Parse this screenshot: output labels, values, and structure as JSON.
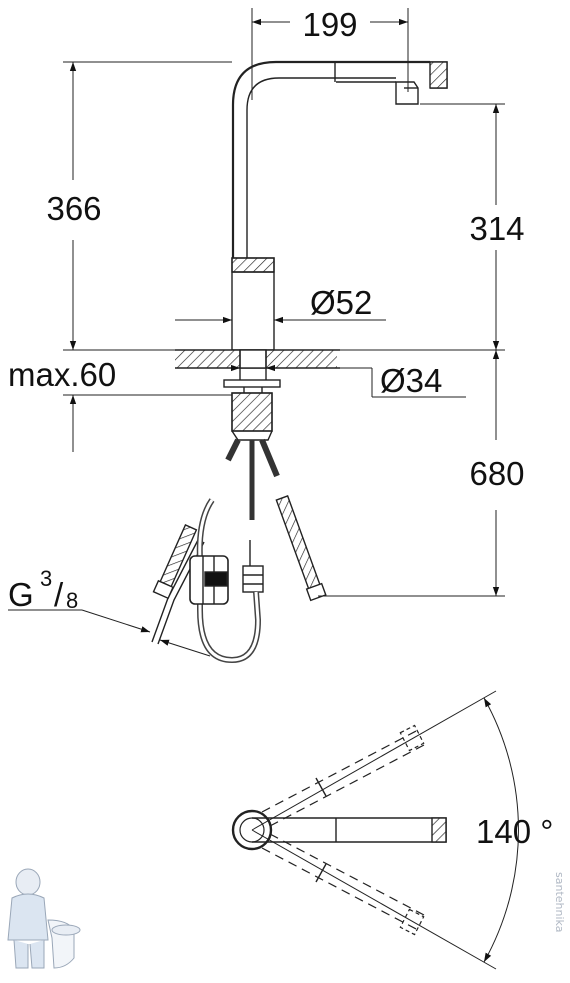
{
  "dimensions": {
    "spout_reach": "199",
    "total_height": "366",
    "spout_height": "314",
    "body_diameter": "Ø52",
    "max_deck_thickness": "max.60",
    "hole_diameter": "Ø34",
    "hose_length": "680",
    "connection_thread": {
      "main": "G",
      "fraction_num": "3",
      "fraction_sep": "/",
      "fraction_den": "8"
    },
    "swivel_angle": "140 °"
  },
  "watermark": "santehnika"
}
